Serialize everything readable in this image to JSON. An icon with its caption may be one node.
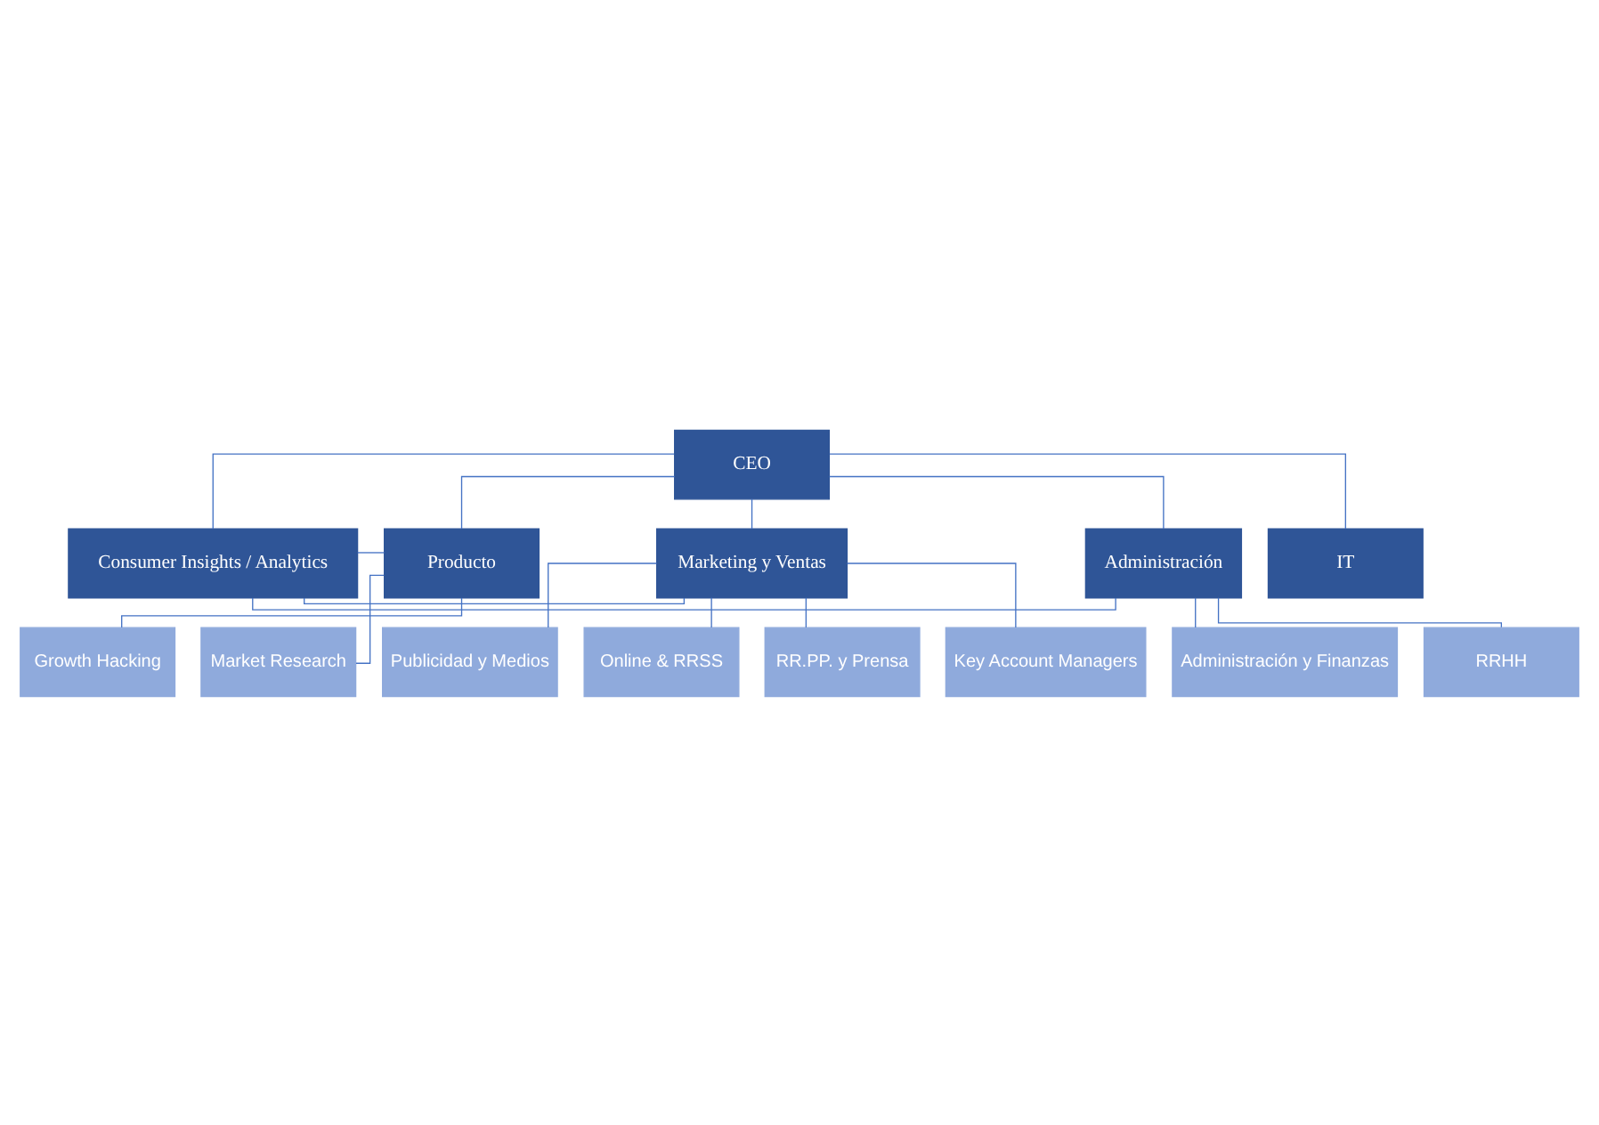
{
  "diagram": {
    "nodes": [
      {
        "text": [
          "CEO"
        ]
      },
      {
        "text": [
          "Consumer Insights / Analytics"
        ]
      },
      {
        "text": [
          "Producto"
        ]
      },
      {
        "text": [
          "Marketing y Ventas"
        ]
      },
      {
        "text": [
          "Administración"
        ]
      },
      {
        "text": [
          "IT"
        ]
      },
      {
        "text": [
          "Growth Hacking"
        ]
      },
      {
        "text": [
          "Market Research"
        ]
      },
      {
        "text": [
          "Publicidad y Medios"
        ]
      },
      {
        "text": [
          "Online & RRSS"
        ]
      },
      {
        "text": [
          "RR.PP. y Prensa"
        ]
      },
      {
        "text": [
          "Key Account Managers"
        ]
      },
      {
        "text": [
          "Administración y Finanzas"
        ]
      },
      {
        "text": [
          "RRHH"
        ]
      }
    ],
    "edges": [
      {
        "from": 0,
        "to": 1,
        "arrow": "none"
      },
      {
        "from": 0,
        "to": 2,
        "arrow": "none"
      },
      {
        "from": 0,
        "to": 3,
        "arrow": "none"
      },
      {
        "from": 0,
        "to": 4,
        "arrow": "none"
      },
      {
        "from": 0,
        "to": 5,
        "arrow": "none"
      },
      {
        "from": 1,
        "to": 2,
        "arrow": "none"
      },
      {
        "from": 1,
        "to": 3,
        "arrow": "none"
      },
      {
        "from": 1,
        "to": 4,
        "arrow": "none"
      },
      {
        "from": 2,
        "to": 6,
        "arrow": "none"
      },
      {
        "from": 2,
        "to": 7,
        "arrow": "none"
      },
      {
        "from": 3,
        "to": 8,
        "arrow": "none"
      },
      {
        "from": 3,
        "to": 9,
        "arrow": "none"
      },
      {
        "from": 3,
        "to": 10,
        "arrow": "none"
      },
      {
        "from": 3,
        "to": 11,
        "arrow": "none"
      },
      {
        "from": 4,
        "to": 12,
        "arrow": "none"
      },
      {
        "from": 4,
        "to": 13,
        "arrow": "none"
      }
    ]
  }
}
